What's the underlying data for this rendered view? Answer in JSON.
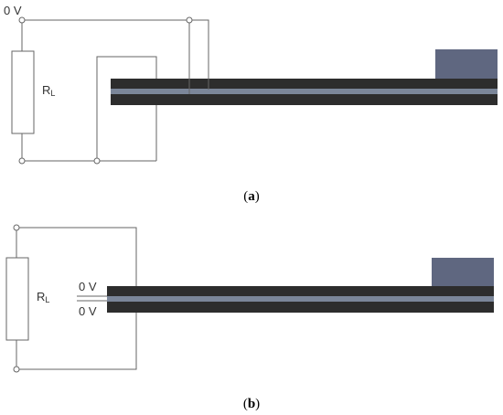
{
  "panel_a": {
    "voltage_label": "0 V",
    "resistor_label": "R",
    "resistor_subscript": "L",
    "caption_open": "(",
    "caption_letter": "a",
    "caption_close": ")"
  },
  "panel_b": {
    "resistor_label": "R",
    "resistor_subscript": "L",
    "voltage_label_top": "0 V",
    "voltage_label_bottom": "0 V",
    "caption_open": "(",
    "caption_letter": "b",
    "caption_close": ")"
  },
  "colors": {
    "wire": "#666666",
    "beam_outer": "#2d2d2d",
    "beam_middle": "#7b8699",
    "tip_mass": "#5f6780"
  }
}
